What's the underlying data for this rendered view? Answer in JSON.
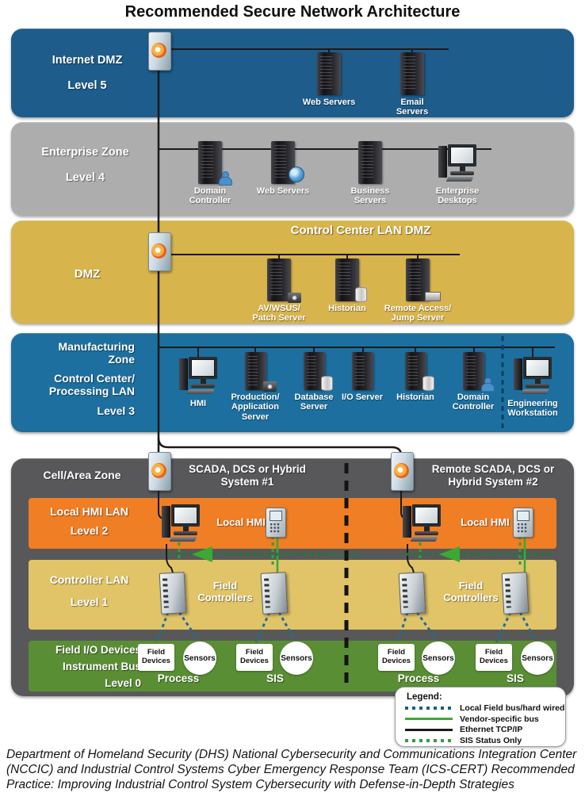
{
  "title": "Recommended Secure Network Architecture",
  "colors": {
    "level5_band": "#1d5c8b",
    "level4_band": "#adadae",
    "dmz_band": "#d8b44c",
    "level3_band": "#1d6f9f",
    "cell_zone_bg": "#58585a",
    "level2_band": "#ef7e25",
    "level1_band": "#e1c368",
    "level0_band": "#5a8e35",
    "ethernet_line": "#1b1b1b",
    "vendor_bus_line": "#3aaa35",
    "field_bus_line": "#155f82",
    "sis_line": "#2fa03c"
  },
  "internet_dmz": {
    "zone": "Internet DMZ",
    "level": "Level 5",
    "devices": [
      {
        "label": "Web Servers"
      },
      {
        "label": "Email Servers"
      }
    ]
  },
  "enterprise": {
    "zone": "Enterprise Zone",
    "level": "Level 4",
    "devices": [
      {
        "label": "Domain Controller"
      },
      {
        "label": "Web Servers"
      },
      {
        "label": "Business Servers"
      },
      {
        "label": "Enterprise Desktops"
      }
    ]
  },
  "dmz": {
    "zone": "DMZ",
    "header": "Control Center LAN DMZ",
    "devices": [
      {
        "label": "AV/WSUS/ Patch Server"
      },
      {
        "label": "Historian"
      },
      {
        "label": "Remote Access/ Jump Server"
      }
    ]
  },
  "manufacturing": {
    "zone_line1": "Manufacturing Zone",
    "zone_line2": "Control Center/ Processing LAN",
    "zone_line3": "Level 3",
    "devices": [
      {
        "label": "HMI"
      },
      {
        "label": "Production/ Application Server"
      },
      {
        "label": "Database Server"
      },
      {
        "label": "I/O Server"
      },
      {
        "label": "Historian"
      },
      {
        "label": "Domain Controller"
      },
      {
        "label": "Engineering Workstation"
      }
    ]
  },
  "cell_area": {
    "zone": "Cell/Area Zone",
    "system1": "SCADA, DCS or Hybrid System #1",
    "system2": "Remote SCADA, DCS or Hybrid System #2",
    "hmi_lan": {
      "zone": "Local HMI LAN",
      "level": "Level 2",
      "hmi1": "Local HMI",
      "hmi2": "Local HMI"
    },
    "controller_lan": {
      "zone": "Controller LAN",
      "level": "Level 1",
      "controllers1": "Field Controllers",
      "controllers2": "Field Controllers"
    },
    "field_io": {
      "zone_line1": "Field I/O Devices",
      "zone_line2": "Instrument Bus",
      "zone_line3": "Level 0",
      "groups": [
        {
          "device": "Field Devices",
          "sensor": "Sensors",
          "bus": "Process"
        },
        {
          "device": "Field Devices",
          "sensor": "Sensors",
          "bus": "SIS"
        },
        {
          "device": "Field Devices",
          "sensor": "Sensors",
          "bus": "Process"
        },
        {
          "device": "Field Devices",
          "sensor": "Sensors",
          "bus": "SIS"
        }
      ]
    }
  },
  "legend": {
    "title": "Legend:",
    "items": [
      {
        "label": "Local Field bus/hard wired"
      },
      {
        "label": "Vendor-specific bus"
      },
      {
        "label": "Ethernet TCP/IP"
      },
      {
        "label": "SIS Status Only"
      }
    ]
  },
  "footer": "Department of Homeland Security (DHS) National Cybersecurity and Communications Integration Center (NCCIC) and Industrial Control Systems Cyber Emergency Response Team (ICS-CERT) Recommended Practice: Improving Industrial Control System Cybersecurity with Defense-in-Depth Strategies"
}
